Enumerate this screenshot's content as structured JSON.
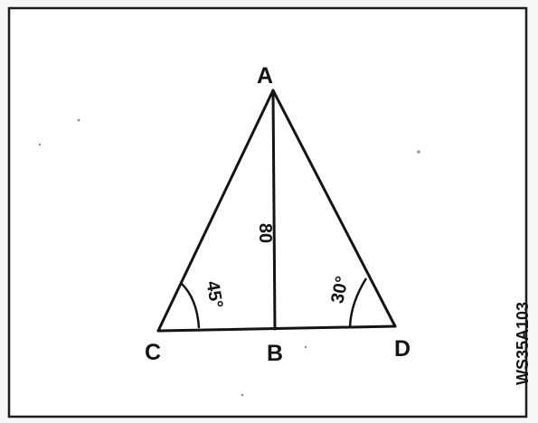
{
  "diagram": {
    "vertices": {
      "a": "A",
      "b": "B",
      "c": "C",
      "d": "D"
    },
    "height_label": "80",
    "angle_c_label": "45°",
    "angle_d_label": "30°",
    "figure_code": "WS35A103"
  },
  "colors": {
    "ink": "#141414",
    "paper": "#ffffff"
  }
}
